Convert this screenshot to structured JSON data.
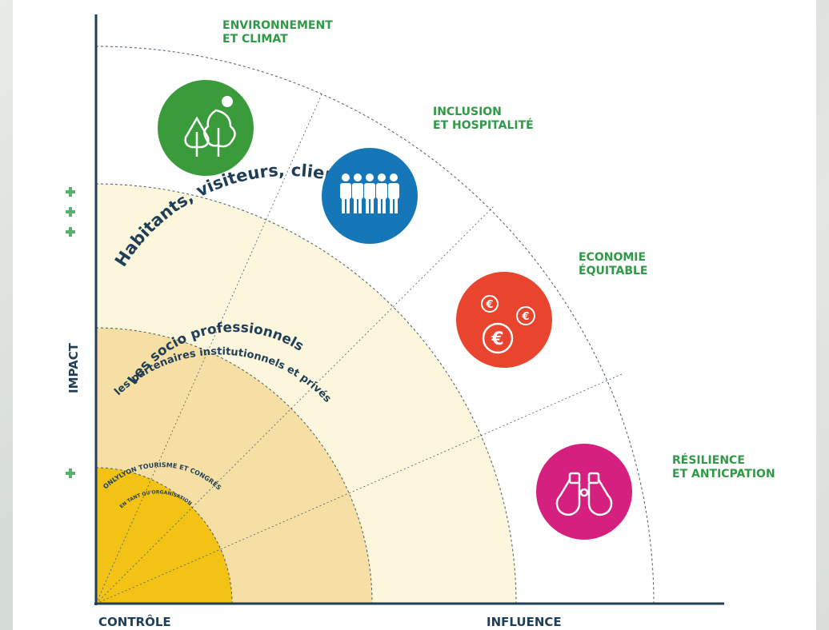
{
  "axes": {
    "x_left": "CONTRÔLE",
    "x_right": "INFLUENCE",
    "y": "IMPACT",
    "y_high": "+++",
    "y_low": "+"
  },
  "rings": {
    "outer": "Habitants, visiteurs, clients",
    "middle_1": "Les socio professionnels",
    "middle_2": "les partenaires institutionnels et privés",
    "inner_1": "ONLYLYON TOURISME ET CONGRÈS",
    "inner_2": "EN TANT QU'ORGANISATION"
  },
  "sectors": [
    {
      "line1": "ENVIRONNEMENT",
      "line2": "ET CLIMAT",
      "icon": "trees-icon",
      "color": "#3a9b3b"
    },
    {
      "line1": "INCLUSION",
      "line2": "ET HOSPITALITÉ",
      "icon": "people-icon",
      "color": "#1677b8"
    },
    {
      "line1": "ECONOMIE",
      "line2": "ÉQUITABLE",
      "icon": "euro-coins-icon",
      "color": "#e8442e"
    },
    {
      "line1": "RÉSILIENCE",
      "line2": "ET ANTICPATION",
      "icon": "binoculars-icon",
      "color": "#d6207f"
    }
  ],
  "colors": {
    "inner": "#f2c314",
    "middle": "#f6dfa4",
    "outer": "#fbf6dc",
    "label_green": "#2f9a46",
    "text_navy": "#1f3e57"
  }
}
